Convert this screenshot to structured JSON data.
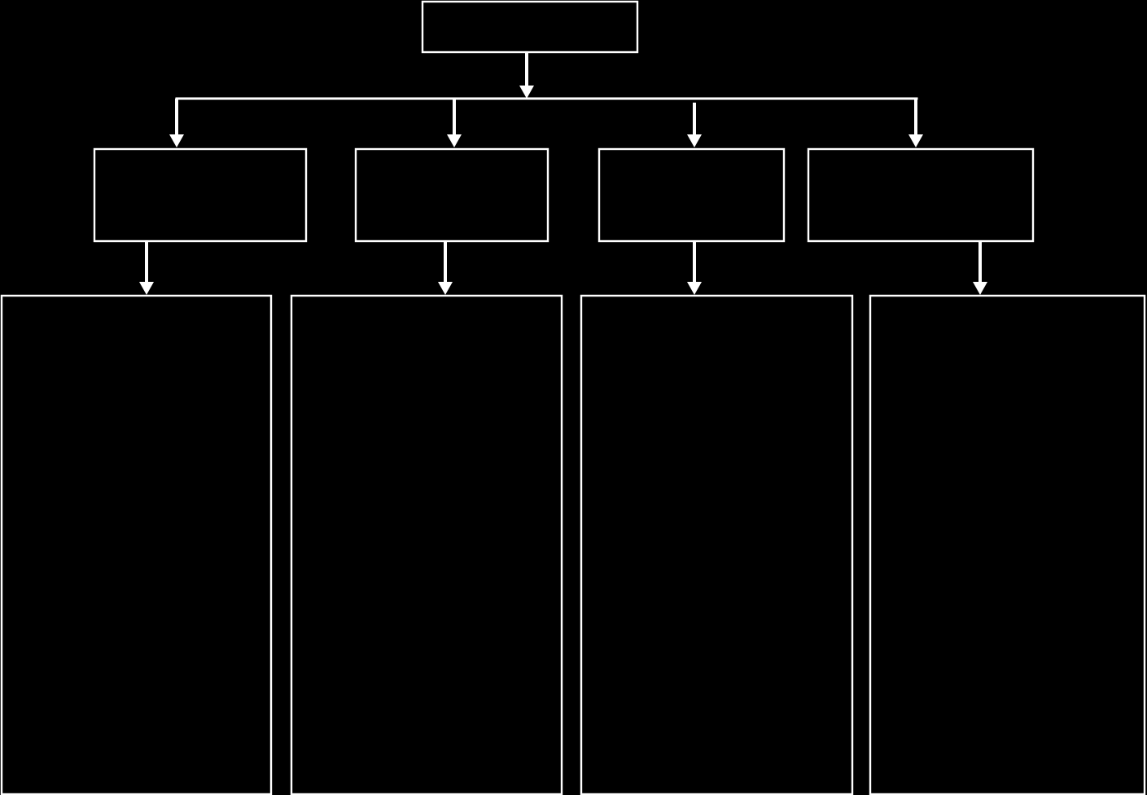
{
  "diagram": {
    "type": "flowchart",
    "orientation": "top-down",
    "colors": {
      "background": "#000000",
      "stroke": "#ffffff",
      "fill": "#000000",
      "text": "#ffffff"
    },
    "root": {
      "label": ""
    },
    "level1": [
      {
        "label": ""
      },
      {
        "label": ""
      },
      {
        "label": ""
      },
      {
        "label": ""
      }
    ],
    "level2": [
      {
        "label": ""
      },
      {
        "label": ""
      },
      {
        "label": ""
      },
      {
        "label": ""
      }
    ],
    "edges": [
      {
        "from": "root",
        "to": "level1-1"
      },
      {
        "from": "root",
        "to": "level1-2"
      },
      {
        "from": "root",
        "to": "level1-3"
      },
      {
        "from": "root",
        "to": "level1-4"
      },
      {
        "from": "level1-1",
        "to": "level2-1"
      },
      {
        "from": "level1-2",
        "to": "level2-2"
      },
      {
        "from": "level1-3",
        "to": "level2-3"
      },
      {
        "from": "level1-4",
        "to": "level2-4"
      }
    ]
  }
}
